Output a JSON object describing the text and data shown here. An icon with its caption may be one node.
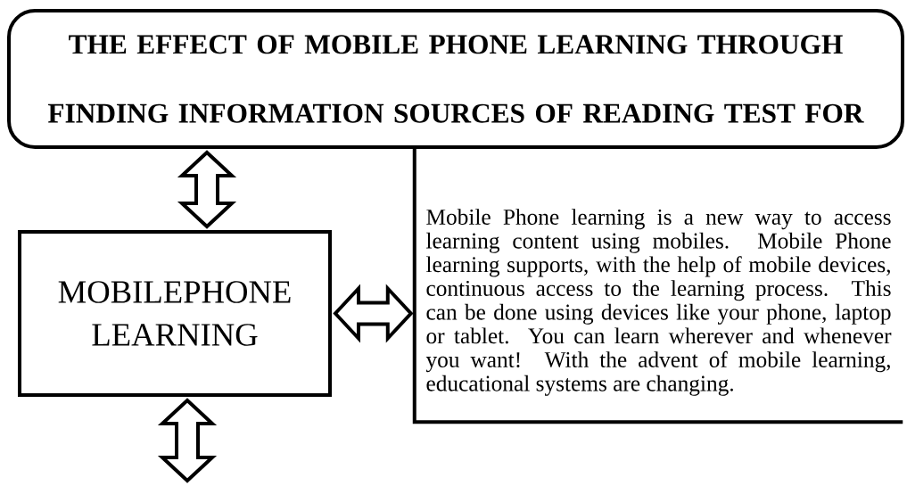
{
  "diagram": {
    "nodes": [
      {
        "text": [
          "THE EFFECT OF MOBILE PHONE LEARNING THROUGH FINDING INFORMATION SOURCES OF READING TEST FOR"
        ]
      },
      {
        "text": [
          "MOBILEPHONE LEARNING"
        ]
      },
      {
        "text": [
          "Mobile Phone learning is a new way to access learning content using mobiles. Mobile Phone learning supports, with the help of mobile devices, continuous access to the learning process. This can be done using devices like your phone, laptop or tablet. You can learn wherever and whenever you want! With the advent of mobile learning, educational systems are changing."
        ]
      }
    ],
    "edges": [
      {
        "from": 0,
        "to": 1,
        "arrow": "both"
      },
      {
        "from": 1,
        "to": 2,
        "arrow": "both"
      },
      {
        "from": 1,
        "to": null,
        "arrow": "both"
      }
    ]
  }
}
